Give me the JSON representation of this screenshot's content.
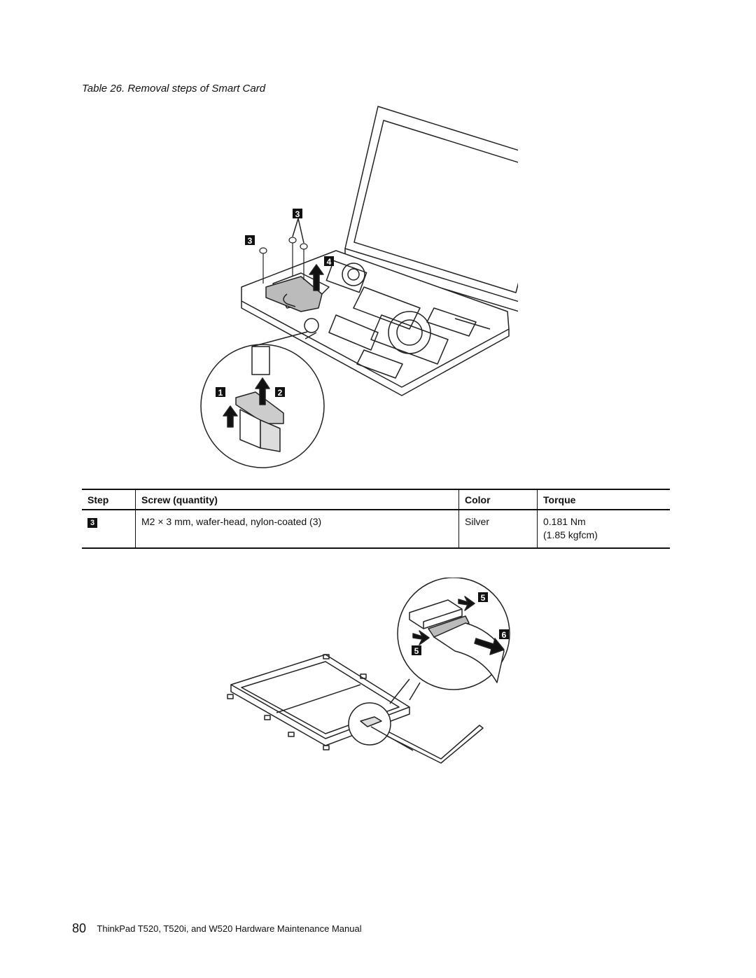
{
  "caption": "Table 26. Removal steps of Smart Card",
  "callouts": {
    "c1": "1",
    "c2": "2",
    "c3": "3",
    "c4": "4",
    "c5": "5",
    "c6": "6"
  },
  "table": {
    "headers": {
      "step": "Step",
      "screw": "Screw (quantity)",
      "color": "Color",
      "torque": "Torque"
    },
    "rows": [
      {
        "step": "3",
        "screw": "M2 × 3 mm, wafer-head, nylon-coated (3)",
        "color": "Silver",
        "torque_line1": "0.181 Nm",
        "torque_line2": "(1.85 kgfcm)"
      }
    ]
  },
  "footer": {
    "page_number": "80",
    "title": "ThinkPad T520, T520i, and W520 Hardware Maintenance Manual"
  }
}
